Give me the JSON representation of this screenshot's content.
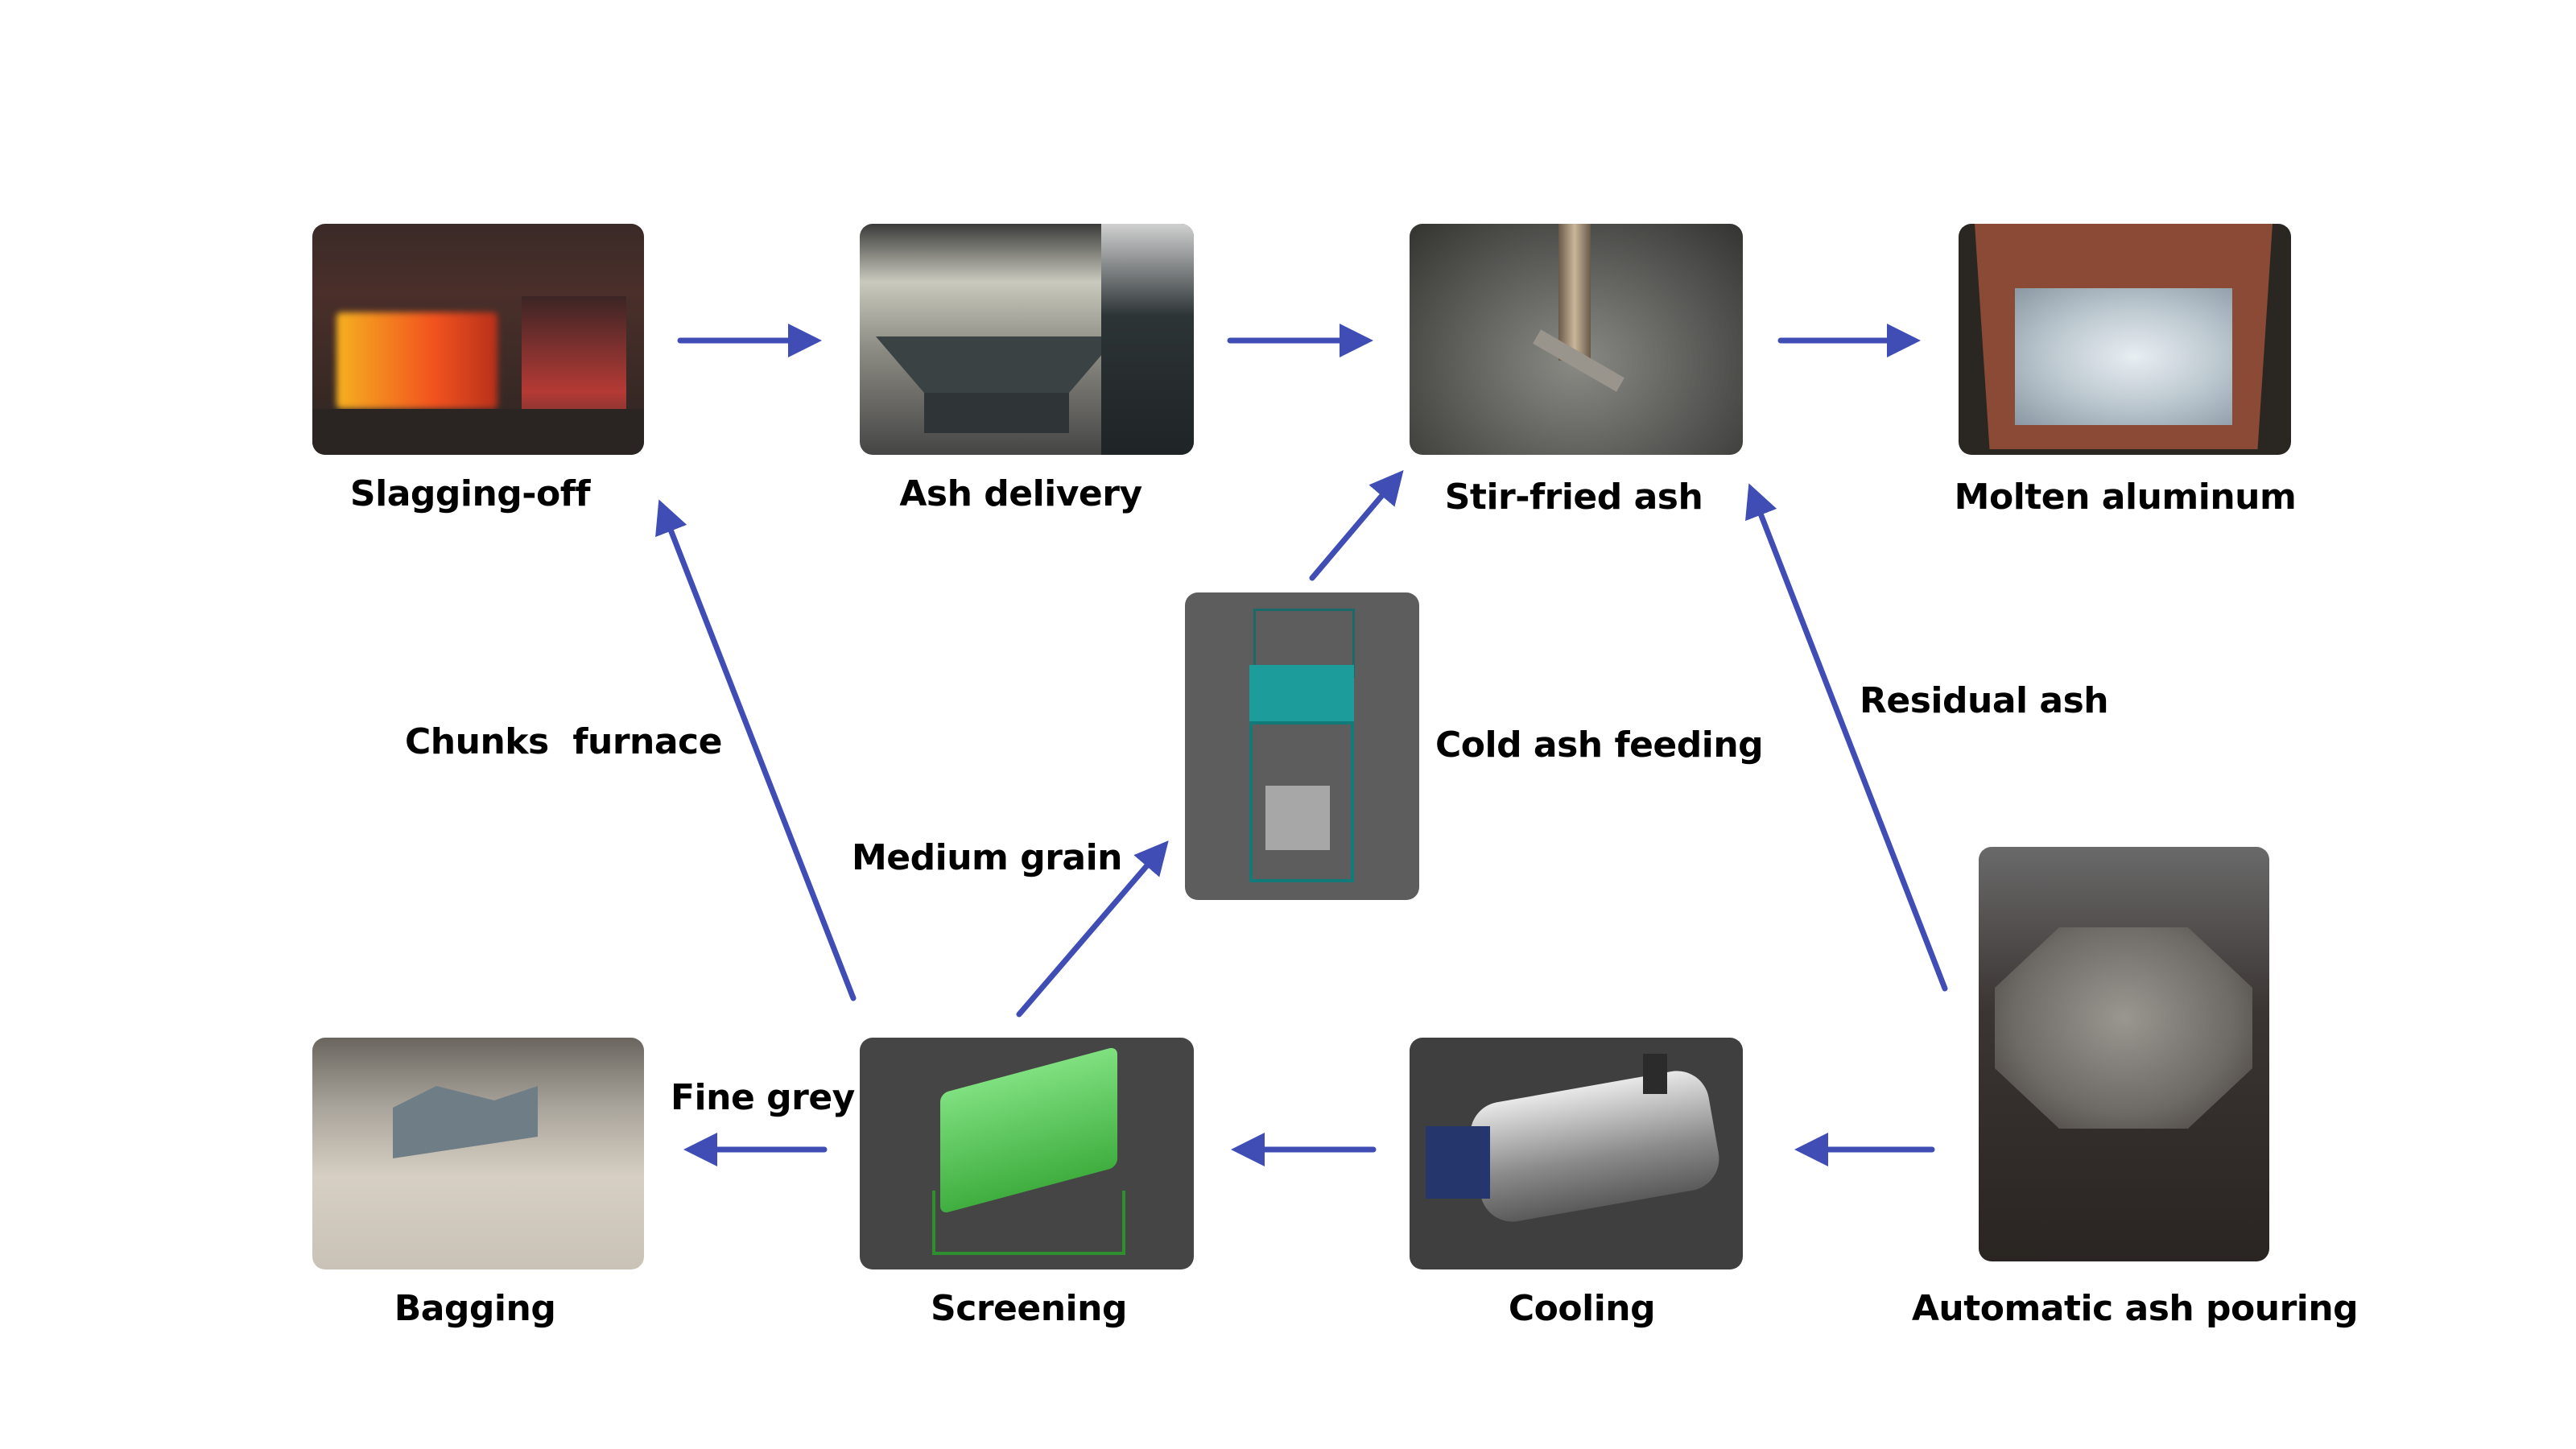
{
  "diagram": {
    "arrow_color": "#3F4DB5",
    "nodes": [
      {
        "id": "slagging-off",
        "label": "Slagging-off"
      },
      {
        "id": "ash-delivery",
        "label": "Ash delivery"
      },
      {
        "id": "stir-fried-ash",
        "label": "Stir-fried ash"
      },
      {
        "id": "molten-aluminum",
        "label": "Molten aluminum"
      },
      {
        "id": "cold-ash-feeding",
        "label": "Cold ash feeding"
      },
      {
        "id": "bagging",
        "label": "Bagging"
      },
      {
        "id": "screening",
        "label": "Screening"
      },
      {
        "id": "cooling",
        "label": "Cooling"
      },
      {
        "id": "automatic-ash-pouring",
        "label": "Automatic ash pouring"
      }
    ],
    "edge_labels": {
      "chunks_furnace": "Chunks  furnace",
      "medium_grain": "Medium grain",
      "residual_ash": "Residual ash",
      "fine_grey": "Fine grey"
    },
    "edges": [
      {
        "from": "slagging-off",
        "to": "ash-delivery"
      },
      {
        "from": "ash-delivery",
        "to": "stir-fried-ash"
      },
      {
        "from": "stir-fried-ash",
        "to": "molten-aluminum"
      },
      {
        "from": "automatic-ash-pouring",
        "to": "stir-fried-ash",
        "label": "Residual ash"
      },
      {
        "from": "automatic-ash-pouring",
        "to": "cooling"
      },
      {
        "from": "cooling",
        "to": "screening"
      },
      {
        "from": "screening",
        "to": "bagging",
        "label": "Fine grey"
      },
      {
        "from": "screening",
        "to": "cold-ash-feeding",
        "label": "Medium grain"
      },
      {
        "from": "cold-ash-feeding",
        "to": "stir-fried-ash"
      },
      {
        "from": "screening",
        "to": "slagging-off",
        "label": "Chunks  furnace"
      }
    ]
  }
}
